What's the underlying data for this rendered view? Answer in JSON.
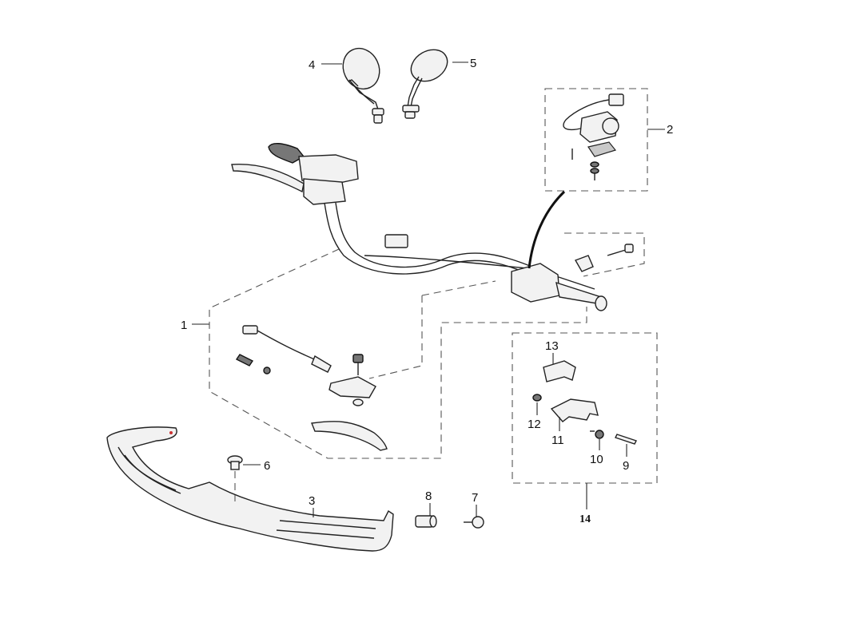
{
  "callouts": [
    {
      "id": "1",
      "label": "1"
    },
    {
      "id": "2",
      "label": "2"
    },
    {
      "id": "3",
      "label": "3"
    },
    {
      "id": "4",
      "label": "4"
    },
    {
      "id": "5",
      "label": "5"
    },
    {
      "id": "6",
      "label": "6"
    },
    {
      "id": "7",
      "label": "7"
    },
    {
      "id": "8",
      "label": "8"
    },
    {
      "id": "9",
      "label": "9"
    },
    {
      "id": "10",
      "label": "10"
    },
    {
      "id": "11",
      "label": "11"
    },
    {
      "id": "12",
      "label": "12"
    },
    {
      "id": "13",
      "label": "13"
    },
    {
      "id": "14",
      "label": "14"
    }
  ],
  "colors": {
    "line": "#222222",
    "dash": "#555555",
    "part_fill": "#f2f2f2",
    "part_dark": "#777777"
  }
}
